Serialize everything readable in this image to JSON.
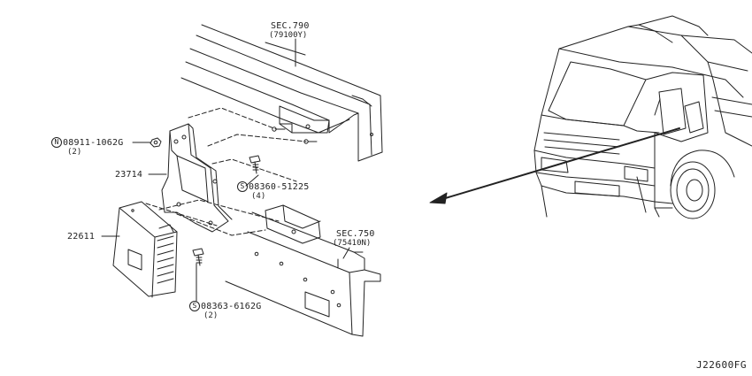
{
  "labels": {
    "sec790": "SEC.790",
    "sec790_sub": "(79100Y)",
    "sec750": "SEC.750",
    "sec750_sub": "(75410N)",
    "nut_marker": "N",
    "nut_part": "08911-1062G",
    "nut_qty": "(2)",
    "bracket_part": "23714",
    "ecu_part": "22611",
    "screw1_marker": "S",
    "screw1_part": "08360-51225",
    "screw1_qty": "(4)",
    "screw2_marker": "S",
    "screw2_part": "08363-6162G",
    "screw2_qty": "(2)"
  },
  "diagram_code": "J22600FG"
}
